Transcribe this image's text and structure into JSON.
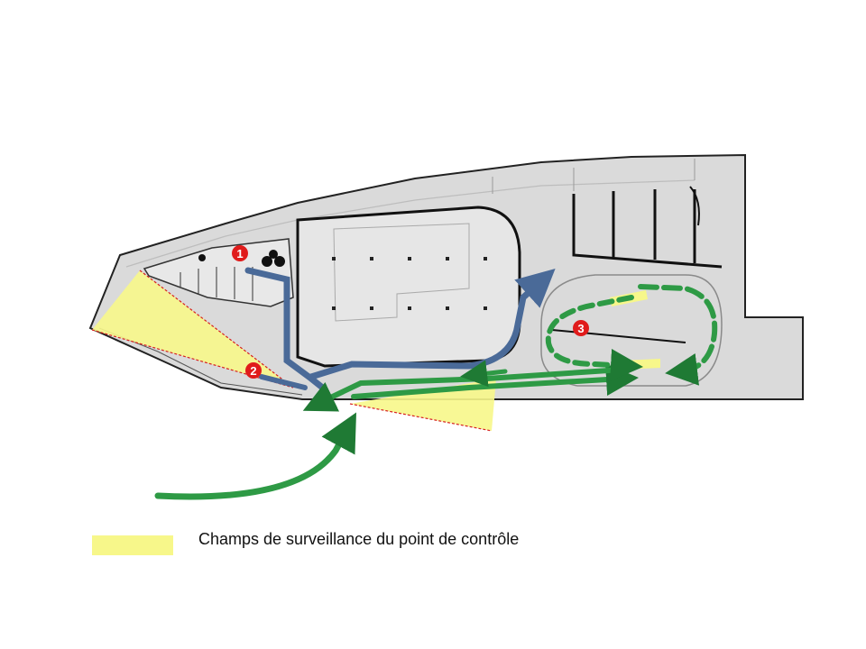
{
  "markers": [
    {
      "label": "1",
      "color": "#e01b1b"
    },
    {
      "label": "2",
      "color": "#e01b1b"
    },
    {
      "label": "3",
      "color": "#e01b1b"
    }
  ],
  "colors": {
    "surveillance_field": "#f7f78a",
    "vehicle_route": "#2e9a45",
    "pedestrian_route": "#5a7aa8",
    "plan_fill": "#dcdcdc",
    "plan_outline": "#1a1a1a",
    "field_edge": "#d62020"
  },
  "legend": {
    "label": "Champs de surveillance du point de contrôle"
  }
}
